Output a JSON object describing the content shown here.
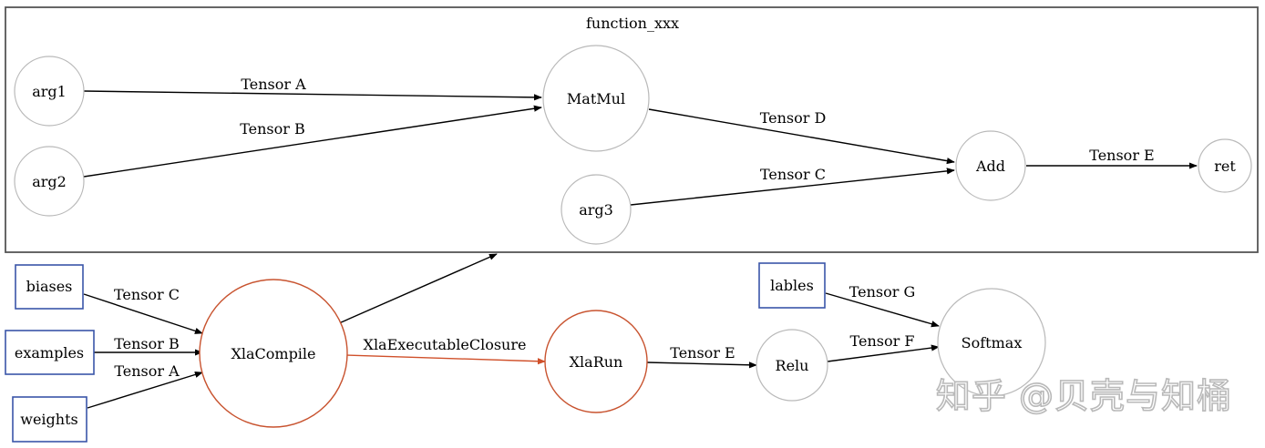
{
  "cluster": {
    "title": "function_xxx"
  },
  "nodes": {
    "arg1": "arg1",
    "arg2": "arg2",
    "arg3": "arg3",
    "matmul": "MatMul",
    "add": "Add",
    "ret": "ret",
    "biases": "biases",
    "examples": "examples",
    "weights": "weights",
    "xlacompile": "XlaCompile",
    "xlarun": "XlaRun",
    "relu": "Relu",
    "lables": "lables",
    "softmax": "Softmax"
  },
  "edges": {
    "arg1_matmul": "Tensor A",
    "arg2_matmul": "Tensor B",
    "matmul_add": "Tensor D",
    "arg3_add": "Tensor C",
    "add_ret": "Tensor E",
    "biases_compile": "Tensor C",
    "examples_compile": "Tensor B",
    "weights_compile": "Tensor A",
    "compile_run": "XlaExecutableClosure",
    "run_relu": "Tensor E",
    "lables_softmax": "Tensor G",
    "relu_softmax": "Tensor F"
  },
  "colors": {
    "gray_node": "#b9b9b9",
    "red_node": "#c8532f",
    "blue_box": "#3a55a8",
    "edge": "#000000",
    "red_edge": "#d0502a"
  },
  "watermark": "知乎 @贝壳与知桶"
}
